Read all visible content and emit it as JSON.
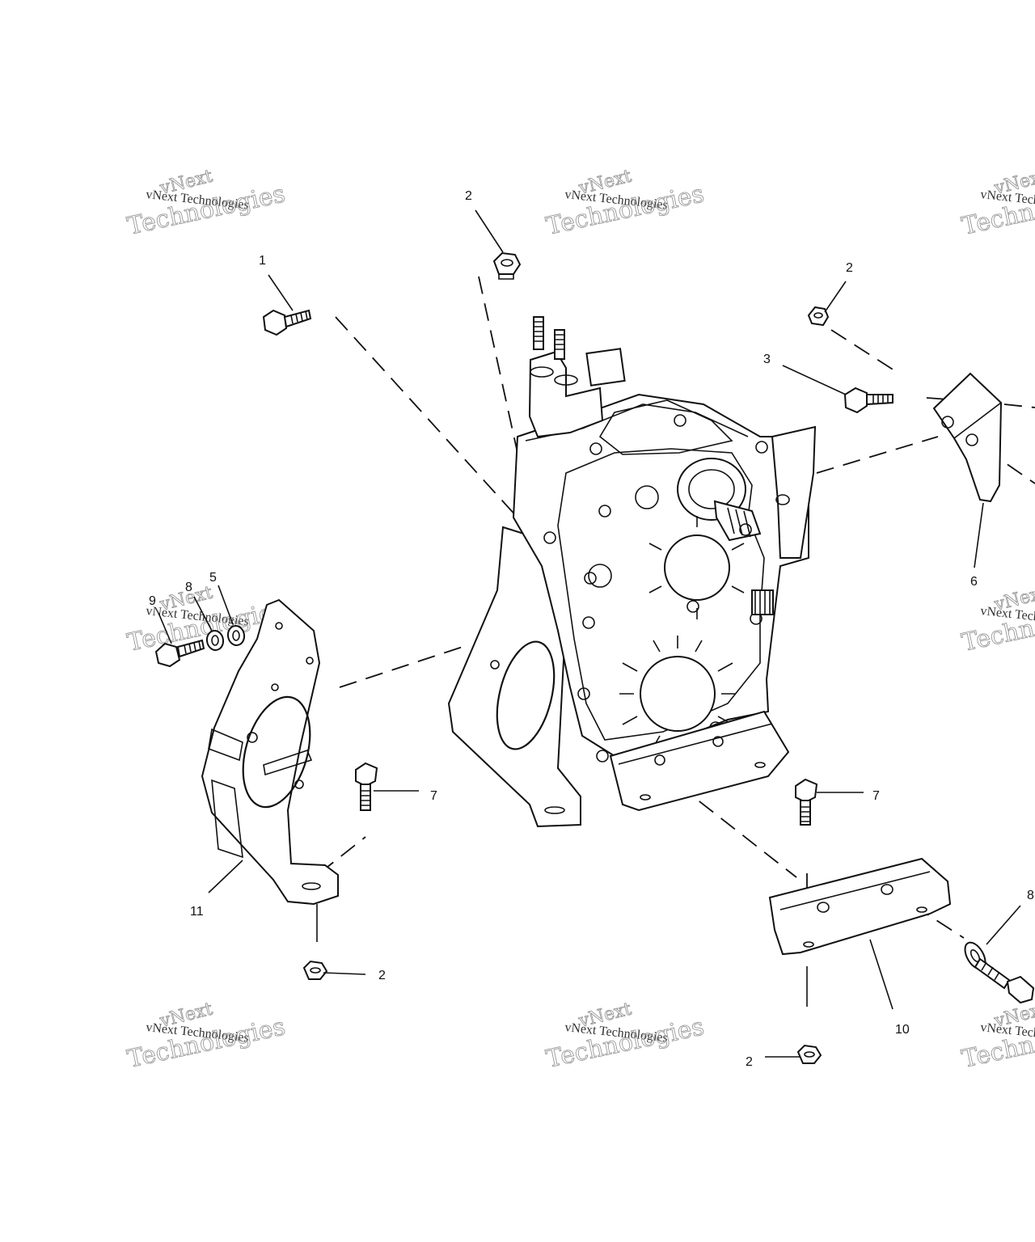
{
  "callouts": {
    "c1": "1",
    "c2a": "2",
    "c2b": "2",
    "c2c": "2",
    "c2d": "2",
    "c3": "3",
    "c5": "5",
    "c6": "6",
    "c7a": "7",
    "c7b": "7",
    "c8a": "8",
    "c8b": "8",
    "c9": "9",
    "c10": "10",
    "c11": "11"
  },
  "watermark": {
    "line1": "vNext Technologies",
    "line2": "vNext",
    "line3": "Technologies"
  }
}
